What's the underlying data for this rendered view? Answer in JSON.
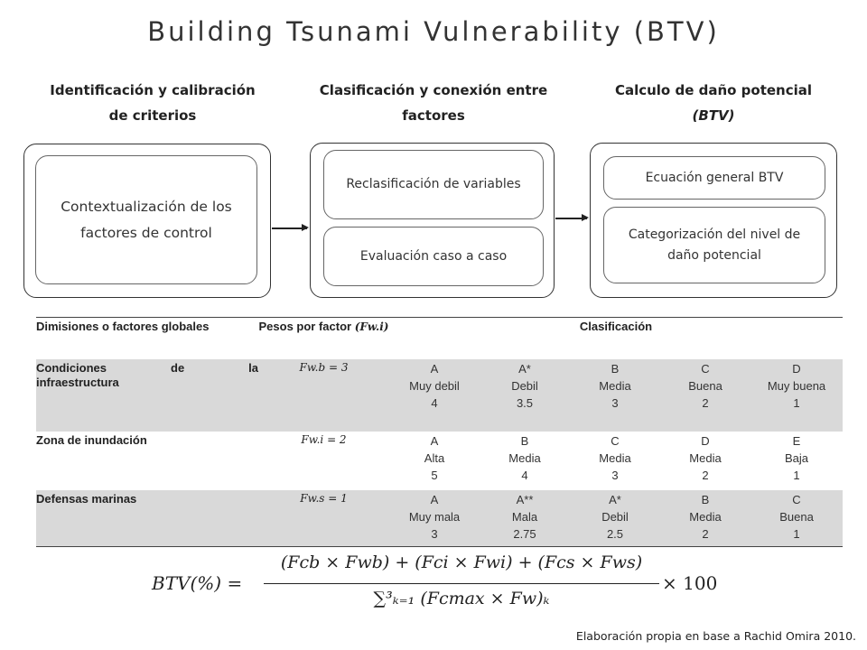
{
  "title": "Building Tsunami Vulnerability (BTV)",
  "columns": {
    "col1": {
      "line1": "Identificación y calibración",
      "line2": "de criterios"
    },
    "col2": {
      "line1": "Clasificación y conexión  entre",
      "line2": "factores"
    },
    "col3": {
      "line1": "Calculo de daño potencial",
      "line2": "(BTV)"
    }
  },
  "boxes": {
    "box1": "Contextualización de los factores de control",
    "box2a": "Reclasificación de variables",
    "box2b": "Evaluación caso a caso",
    "box3a": "Ecuación general BTV",
    "box3b": "Categorización del nivel de daño potencial"
  },
  "table": {
    "headers": {
      "dim": "Dimisiones o factores globales",
      "pesos": "Pesos por factor",
      "pesos_sym": "(Fw.i)",
      "clasificacion": "Clasificación"
    },
    "rows": [
      {
        "dim_words": [
          "Condiciones",
          "de",
          "la"
        ],
        "dim_line2": "infraestructura",
        "weight": "Fw.b = 3",
        "classes": [
          {
            "grade": "A",
            "label": "Muy debil",
            "score": "4"
          },
          {
            "grade": "A*",
            "label": "Debil",
            "score": "3.5"
          },
          {
            "grade": "B",
            "label": "Media",
            "score": "3"
          },
          {
            "grade": "C",
            "label": "Buena",
            "score": "2"
          },
          {
            "grade": "D",
            "label": "Muy buena",
            "score": "1"
          }
        ]
      },
      {
        "dim": "Zona de inundación",
        "weight": "Fw.i = 2",
        "classes": [
          {
            "grade": "A",
            "label": "Alta",
            "score": "5"
          },
          {
            "grade": "B",
            "label": "Media",
            "score": "4"
          },
          {
            "grade": "C",
            "label": "Media",
            "score": "3"
          },
          {
            "grade": "D",
            "label": "Media",
            "score": "2"
          },
          {
            "grade": "E",
            "label": "Baja",
            "score": "1"
          }
        ]
      },
      {
        "dim": "Defensas marinas",
        "weight": "Fw.s = 1",
        "classes": [
          {
            "grade": "A",
            "label": "Muy mala",
            "score": "3"
          },
          {
            "grade": "A**",
            "label": "Mala",
            "score": "2.75"
          },
          {
            "grade": "A*",
            "label": "Debil",
            "score": "2.5"
          },
          {
            "grade": "B",
            "label": "Media",
            "score": "2"
          },
          {
            "grade": "C",
            "label": "Buena",
            "score": "1"
          }
        ]
      }
    ]
  },
  "formula": {
    "lhs": "BTV(%) =",
    "numerator": "(Fcb × Fwb) + (Fci × Fwi) +  (Fcs × Fws)",
    "denominator": "∑³ₖ₌₁ (Fcmax × Fw)ₖ",
    "multiplier": "× 100"
  },
  "source": "Elaboración propia en base a Rachid Omira 2010."
}
